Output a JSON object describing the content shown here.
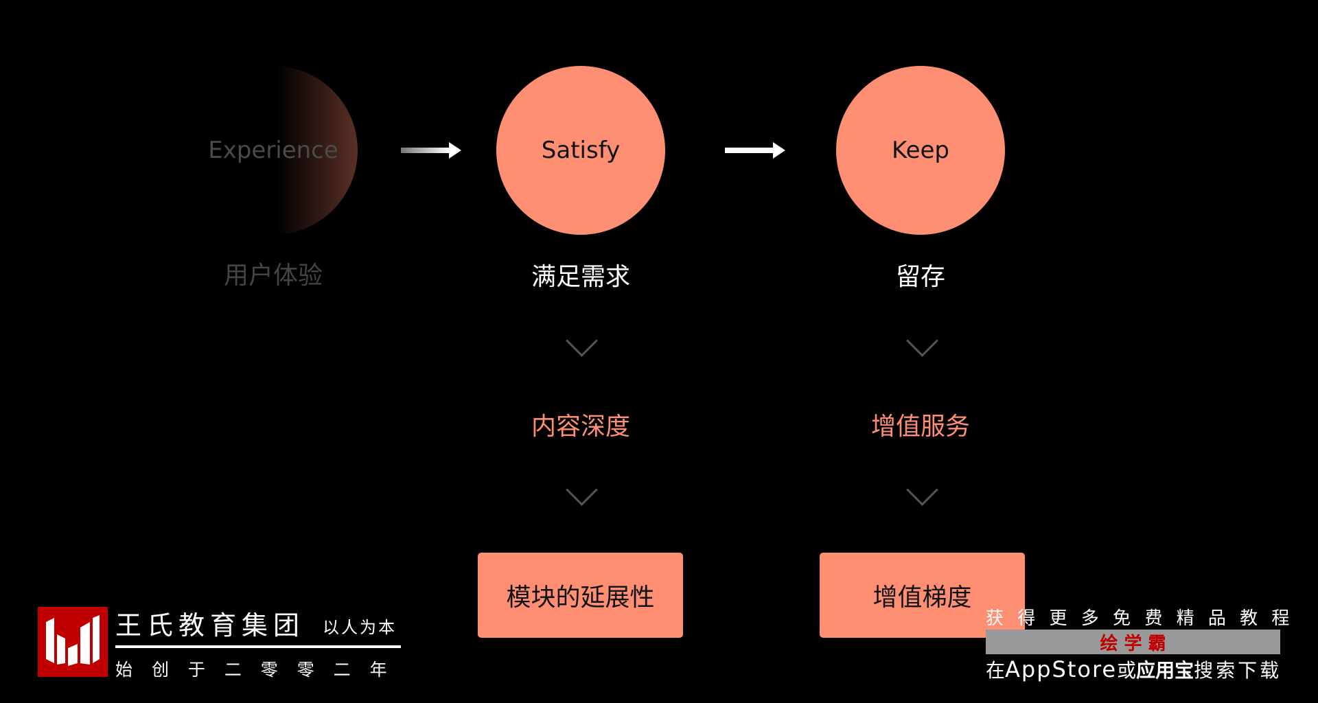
{
  "flow": [
    {
      "title": "Experience",
      "caption": "用户体验",
      "faded": true
    },
    {
      "title": "Satisfy",
      "caption": "满足需求",
      "sub": "内容深度",
      "box": "模块的延展性"
    },
    {
      "title": "Keep",
      "caption": "留存",
      "sub": "增值服务",
      "box": "增值梯度"
    }
  ],
  "colors": {
    "accent": "#FF8F73",
    "logo_red": "#C00000",
    "chevron": "#555555"
  },
  "logo": {
    "name": "王氏教育集团",
    "motto": "以人为本",
    "founded": "始 创 于 二 零 零 二 年",
    "mark": "W"
  },
  "promo": {
    "line1": "获 得 更 多 免 费 精 品 教 程",
    "app_name": "绘 学 霸",
    "line3_prefix": "在",
    "line3_store": "AppStore",
    "line3_or": "或",
    "line3_store2": "应用宝",
    "line3_suffix": "搜索下载"
  }
}
